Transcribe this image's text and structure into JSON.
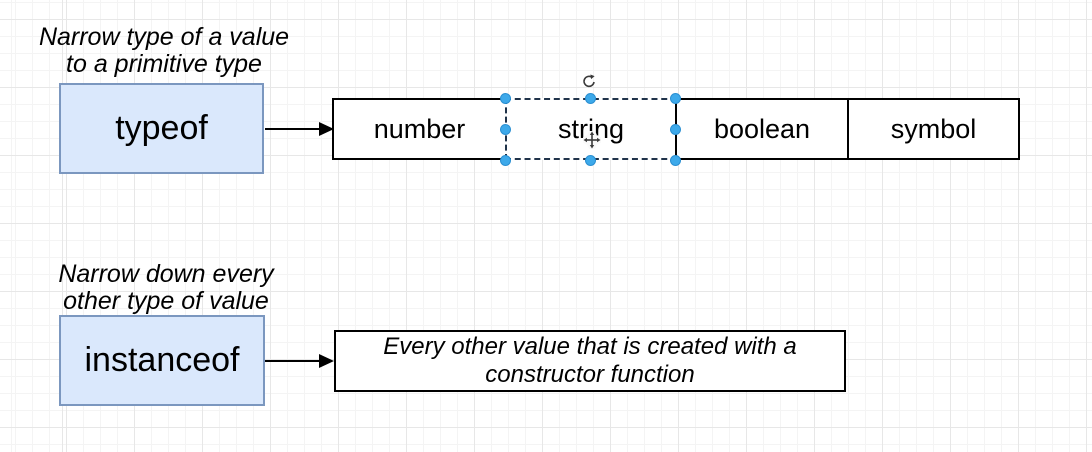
{
  "diagram": {
    "typeof_section": {
      "caption": "Narrow type of a value\nto a primitive type",
      "operator": "typeof",
      "types": [
        "number",
        "string",
        "boolean",
        "symbol"
      ]
    },
    "instanceof_section": {
      "caption": "Narrow down every\nother type of value",
      "operator": "instanceof",
      "result": "Every other value that is created with a\nconstructor function"
    },
    "selection": {
      "selected_item": "string",
      "handle_color": "#3da9ea"
    },
    "colors": {
      "operator_fill": "#dae8fc",
      "operator_border": "#7b97bf",
      "shape_border": "#000000",
      "grid_minor": "#f4f4f4",
      "grid_major": "#e7e7e7"
    }
  }
}
